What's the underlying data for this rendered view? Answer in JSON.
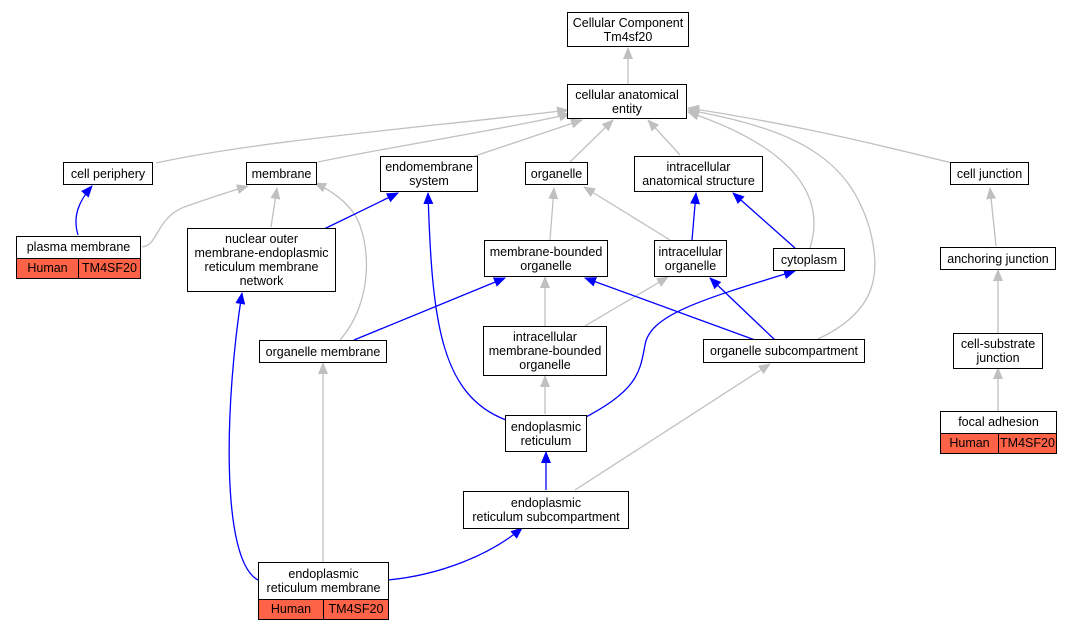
{
  "nodes": {
    "cc_root": "Cellular Component\nTm4sf20",
    "cae": "cellular anatomical\nentity",
    "cell_periphery": "cell periphery",
    "membrane": "membrane",
    "endomembrane": "endomembrane\nsystem",
    "organelle": "organelle",
    "ias": "intracellular\nanatomical structure",
    "cell_junction": "cell junction",
    "plasma_membrane": "plasma membrane",
    "nuclear_outer": "nuclear outer\nmembrane-endoplasmic\nreticulum membrane\nnetwork",
    "mbo": "membrane-bounded\norganelle",
    "io": "intracellular\norganelle",
    "cytoplasm": "cytoplasm",
    "anchoring": "anchoring junction",
    "organelle_membrane": "organelle membrane",
    "imbo": "intracellular\nmembrane-bounded\norganelle",
    "organelle_subcomp": "organelle subcompartment",
    "cell_substrate": "cell-substrate\njunction",
    "er": "endoplasmic\nreticulum",
    "focal_adhesion": "focal adhesion",
    "er_subcomp": "endoplasmic\nreticulum subcompartment",
    "er_membrane": "endoplasmic\nreticulum membrane"
  },
  "annotations": {
    "species": "Human",
    "gene": "TM4SF20"
  },
  "colors": {
    "is_a_edge": "#c0c0c0",
    "part_of_edge": "#0000ff",
    "annotation_fill": "#ff6347"
  }
}
